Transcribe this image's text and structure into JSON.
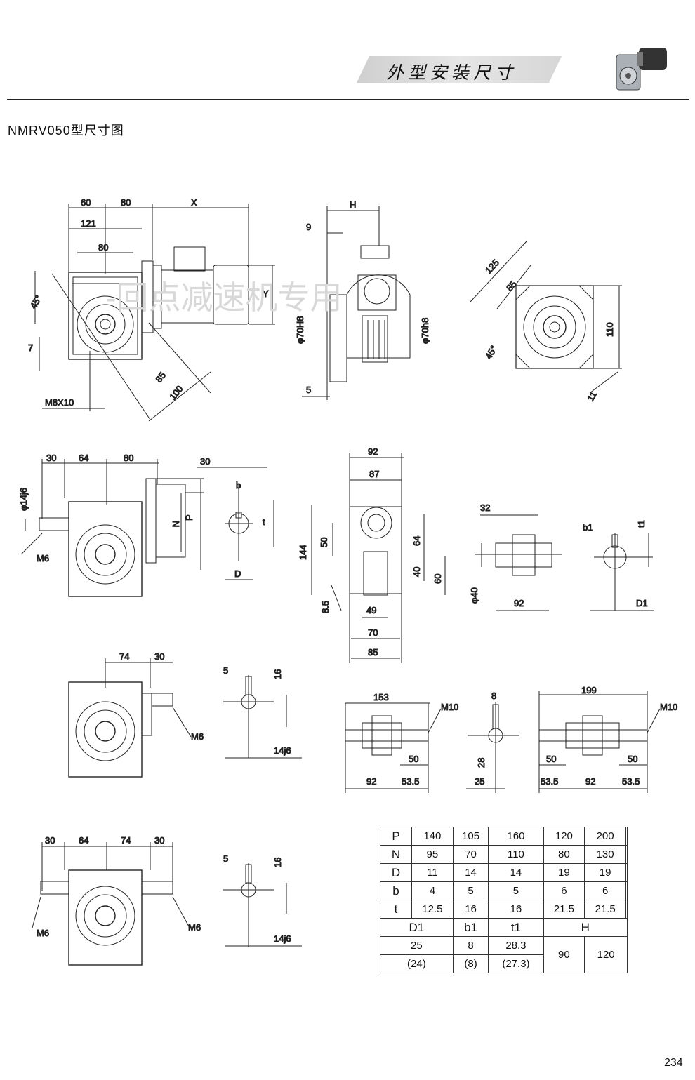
{
  "header": {
    "section_title": "外型安装尺寸",
    "model_title": "NMRV050型尺寸图",
    "page_number": "234"
  },
  "watermark": "-回点减速机专用",
  "drawings": {
    "motor_view": {
      "dims": [
        "60",
        "80",
        "X",
        "121",
        "80",
        "45°",
        "Y",
        "7",
        "85",
        "100",
        "M8X10"
      ]
    },
    "side_view": {
      "dims": [
        "H",
        "9",
        "φ70H8",
        "φ70h8",
        "5"
      ]
    },
    "flange_view": {
      "dims": [
        "125",
        "85",
        "110",
        "45°",
        "11"
      ]
    },
    "input_shaft_view": {
      "dims": [
        "30",
        "64",
        "80",
        "φ14j6",
        "M6",
        "N",
        "P"
      ]
    },
    "shaft_section": {
      "dims": [
        "30",
        "b",
        "t",
        "D"
      ]
    },
    "end_view": {
      "dims": [
        "92",
        "87",
        "144",
        "50",
        "64",
        "40",
        "60",
        "8.5",
        "49",
        "70",
        "85"
      ]
    },
    "hollow_shaft": {
      "dims": [
        "32",
        "φ40",
        "92"
      ]
    },
    "hollow_section": {
      "dims": [
        "b1",
        "t1",
        "D1"
      ]
    },
    "output_shaft_view": {
      "dims": [
        "74",
        "30",
        "M6"
      ]
    },
    "output_section": {
      "dims": [
        "5",
        "16",
        "14j6"
      ]
    },
    "single_shaft": {
      "dims": [
        "153",
        "M10",
        "50",
        "92",
        "53.5"
      ]
    },
    "single_section": {
      "dims": [
        "8",
        "28",
        "25"
      ]
    },
    "double_shaft": {
      "dims": [
        "199",
        "M10",
        "50",
        "50",
        "53.5",
        "92",
        "53.5"
      ]
    },
    "double_view": {
      "dims": [
        "30",
        "64",
        "74",
        "30",
        "M6",
        "M6"
      ]
    },
    "double_section": {
      "dims": [
        "5",
        "16",
        "14j6"
      ]
    }
  },
  "spec_table": {
    "rows": [
      {
        "label": "P",
        "values": [
          "140",
          "105",
          "160",
          "120",
          "200",
          ""
        ]
      },
      {
        "label": "N",
        "values": [
          "95",
          "70",
          "110",
          "80",
          "130",
          ""
        ]
      },
      {
        "label": "D",
        "values": [
          "11",
          "14",
          "14",
          "19",
          "19",
          ""
        ]
      },
      {
        "label": "b",
        "values": [
          "4",
          "5",
          "5",
          "6",
          "6",
          ""
        ]
      },
      {
        "label": "t",
        "values": [
          "12.5",
          "16",
          "16",
          "21.5",
          "21.5",
          ""
        ]
      }
    ],
    "hollow_headers": [
      "D1",
      "b1",
      "t1",
      "H"
    ],
    "hollow_row1": [
      "25",
      "8",
      "28.3"
    ],
    "hollow_row2": [
      "(24)",
      "(8)",
      "(27.3)"
    ],
    "h_values": [
      "90",
      "120"
    ]
  }
}
